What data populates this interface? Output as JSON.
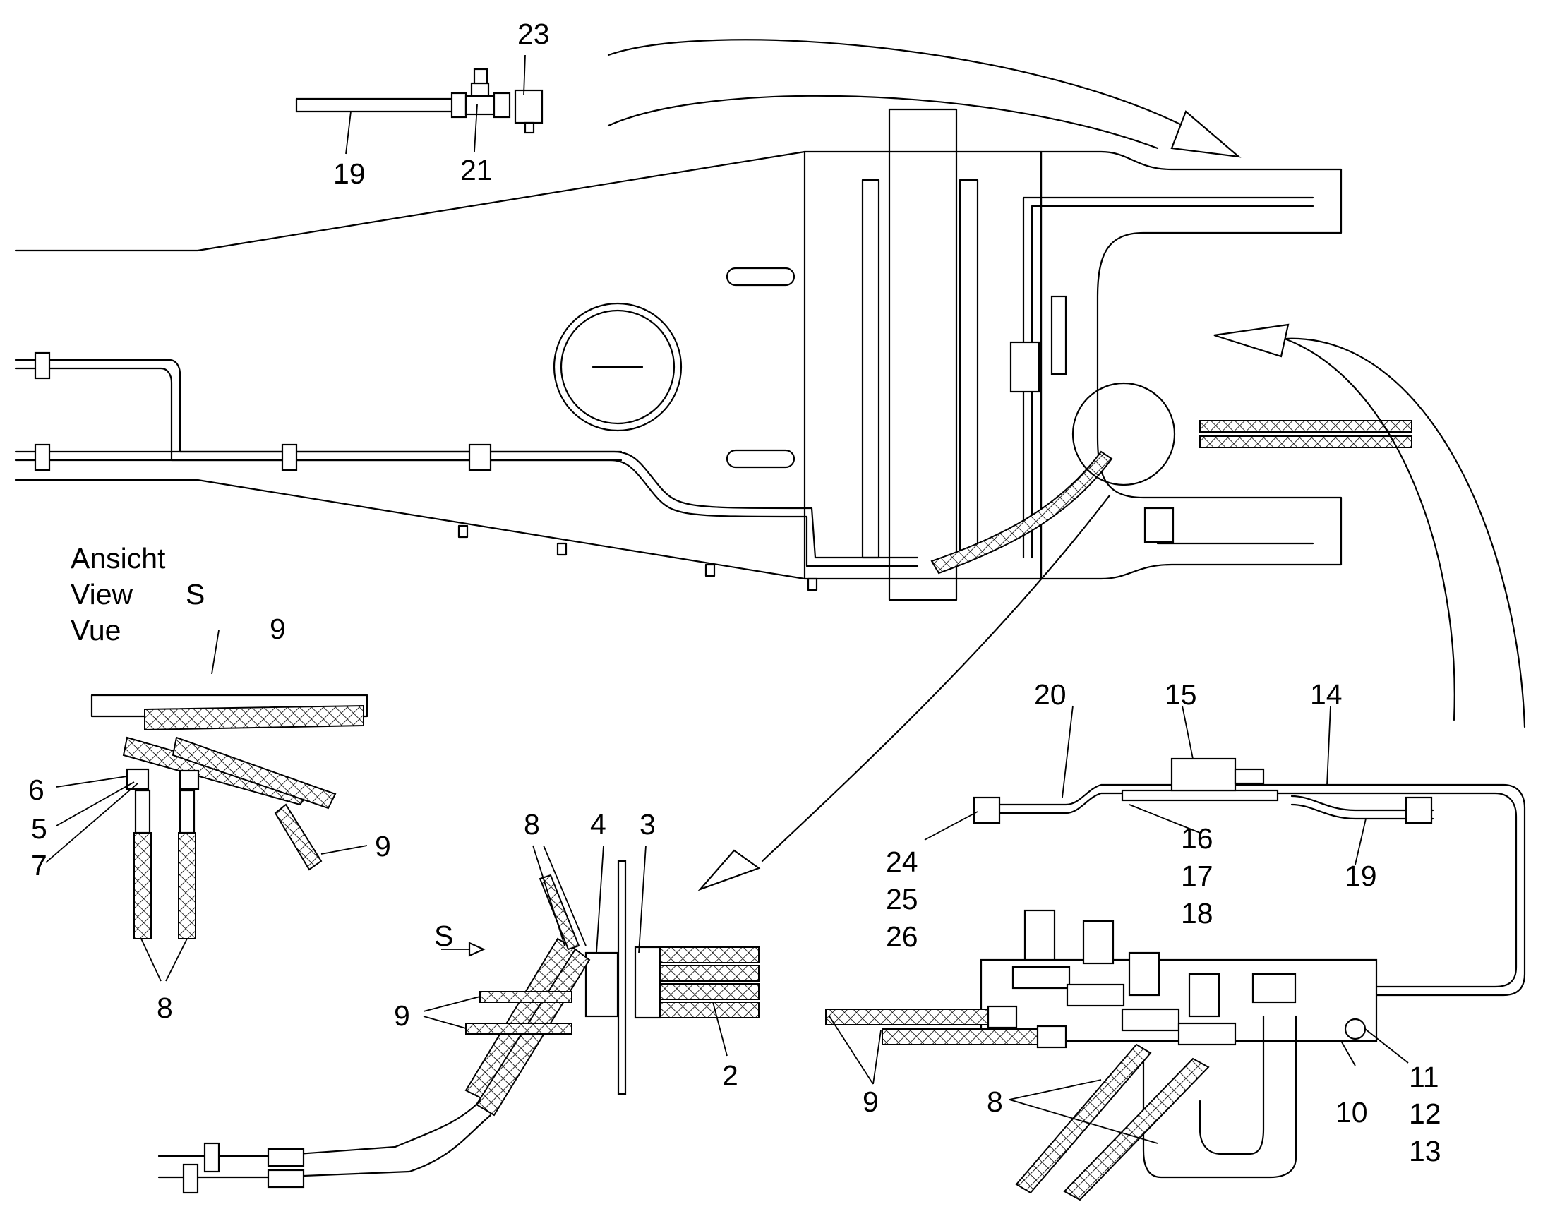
{
  "view_caption": {
    "line1": "Ansicht",
    "line2": "View",
    "line3": "Vue",
    "view_letter": "S"
  },
  "section_marker": "S",
  "callouts": {
    "c2": "2",
    "c3": "3",
    "c4": "4",
    "c5": "5",
    "c6": "6",
    "c7": "7",
    "c8_view": "8",
    "c8_detail": "8",
    "c8_block": "8",
    "c9_view_top": "9",
    "c9_view_right": "9",
    "c9_detail": "9",
    "c9_block": "9",
    "c10": "10",
    "c11": "11",
    "c12": "12",
    "c13": "13",
    "c14": "14",
    "c15": "15",
    "c16": "16",
    "c17": "17",
    "c18": "18",
    "c19_top": "19",
    "c19_block": "19",
    "c20": "20",
    "c21": "21",
    "c23": "23",
    "c24": "24",
    "c25": "25",
    "c26": "26"
  }
}
